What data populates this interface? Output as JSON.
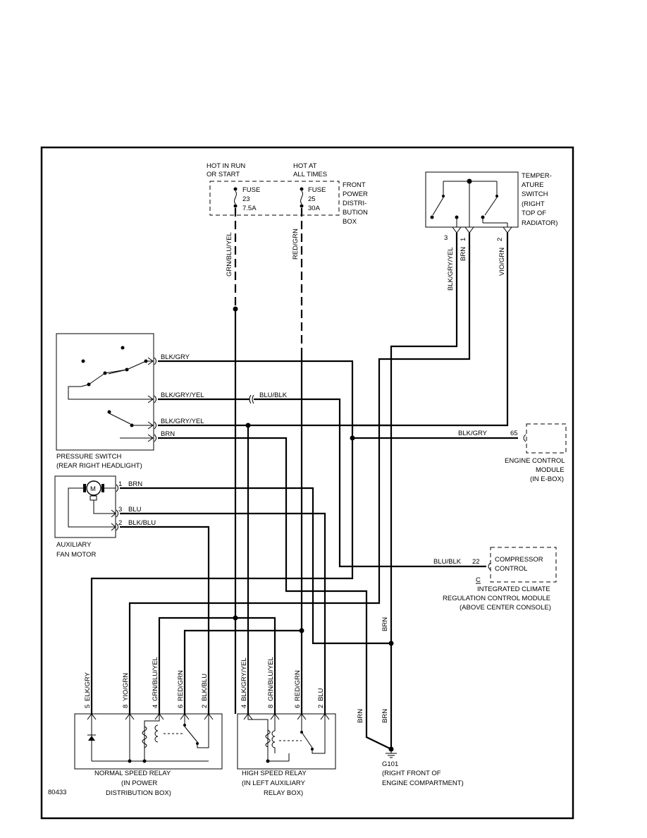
{
  "fuse_box": {
    "hot_run_1": "HOT IN RUN",
    "hot_run_2": "OR START",
    "hot_all_1": "HOT AT",
    "hot_all_2": "ALL TIMES",
    "fuse23_l1": "FUSE",
    "fuse23_l2": "23",
    "fuse23_l3": "7.5A",
    "fuse25_l1": "FUSE",
    "fuse25_l2": "25",
    "fuse25_l3": "30A",
    "box_l1": "FRONT",
    "box_l2": "POWER",
    "box_l3": "DISTRI-",
    "box_l4": "BUTION",
    "box_l5": "BOX"
  },
  "temp_switch": {
    "l1": "TEMPER-",
    "l2": "ATURE",
    "l3": "SWITCH",
    "l4": "(RIGHT",
    "l5": "TOP OF",
    "l6": "RADIATOR)",
    "pin3": "3",
    "pin1": "1",
    "pin2": "2"
  },
  "pressure_switch": {
    "l1": "PRESSURE SWITCH",
    "l2": "(REAR RIGHT HEADLIGHT)"
  },
  "fan_motor": {
    "symbol": "M",
    "l1": "AUXILIARY",
    "l2": "FAN MOTOR",
    "pin1": "1",
    "pin3": "3",
    "pin2": "2"
  },
  "ecm": {
    "pin": "65",
    "l1": "ENGINE CONTROL",
    "l2": "MODULE",
    "l3": "(IN E-BOX)"
  },
  "climate": {
    "pin": "22",
    "box_l1": "COMPRESSOR",
    "box_l2": "CONTROL",
    "c": "C",
    "l1": "INTEGRATED CLIMATE",
    "l2": "REGULATION CONTROL MODULE",
    "l3": "(ABOVE CENTER CONSOLE)"
  },
  "normal_relay": {
    "l1": "NORMAL SPEED RELAY",
    "l2": "(IN POWER",
    "l3": "DISTRIBUTION BOX)",
    "p5": "5",
    "p8": "8",
    "p4": "4",
    "p6": "6",
    "p2": "2"
  },
  "high_relay": {
    "l1": "HIGH SPEED RELAY",
    "l2": "(IN LEFT AUXILIARY",
    "l3": "RELAY BOX)",
    "p4": "4",
    "p8": "8",
    "p6": "6",
    "p2": "2"
  },
  "ground": {
    "l1": "G101",
    "l2": "(RIGHT FRONT OF",
    "l3": "ENGINE COMPARTMENT)"
  },
  "wires": {
    "grn_blu_yel": "GRN/BLU/YEL",
    "red_grn": "RED/GRN",
    "blk_gry_yel": "BLK/GRY/YEL",
    "brn": "BRN",
    "vio_grn": "VIO/GRN",
    "blk_gry": "BLK/GRY",
    "blu_blk": "BLU/BLK",
    "blu": "BLU",
    "blk_blu": "BLK/BLU",
    "elk_gry": "ELK/GRY",
    "yio_grn": "YIO/GRN"
  },
  "diagram_id": "80433"
}
